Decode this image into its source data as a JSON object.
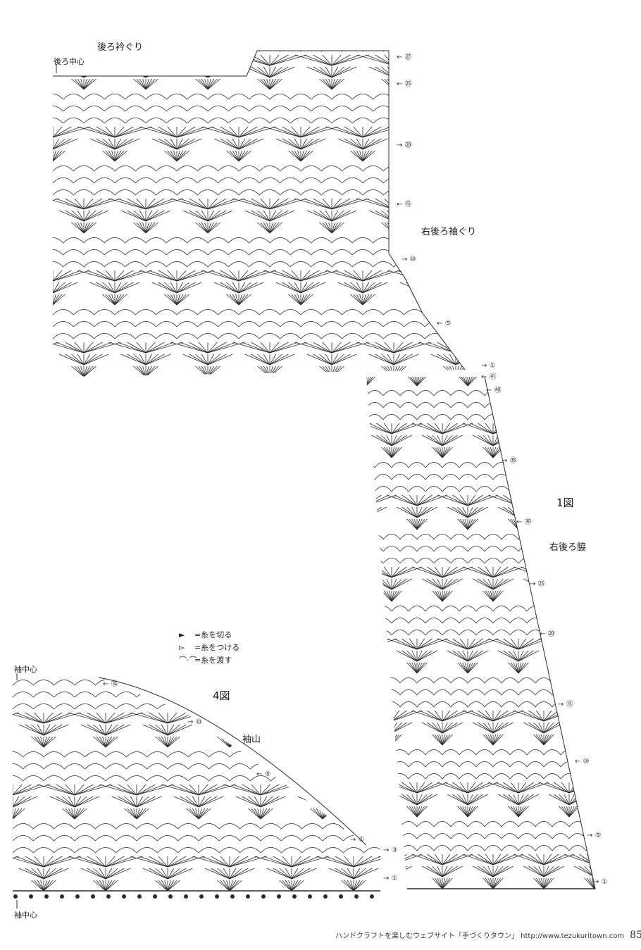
{
  "figure1": {
    "title": "1図",
    "labels": {
      "back_neckline": "後ろ衿ぐり",
      "back_center": "後ろ中心",
      "right_back_armhole": "右後ろ袖ぐり",
      "right_back_side": "右後ろ脇"
    },
    "upper_rows": [
      "㉗",
      "㉕",
      "⑳",
      "⑮",
      "⑩",
      "⑤",
      "①"
    ],
    "lower_rows": [
      "㊶",
      "㊵",
      "㉟",
      "㉚",
      "㉕",
      "⑳",
      "⑮",
      "⑩",
      "⑤",
      "①"
    ]
  },
  "figure4": {
    "title": "4図",
    "labels": {
      "sleeve_cap": "袖山",
      "sleeve_center_top": "袖中心",
      "sleeve_center_bottom": "袖中心"
    },
    "rows": [
      "⑮",
      "⑩",
      "⑤",
      "①",
      "③",
      "①"
    ]
  },
  "legend": [
    {
      "symbol": "►",
      "text": "=糸を切る"
    },
    {
      "symbol": "▻",
      "text": "=糸をつける"
    },
    {
      "symbol": "⌒·⌒",
      "text": "=糸を渡す"
    }
  ],
  "footer": {
    "text": "ハンドクラフトを楽しむウェブサイト「手づくりタウン」 http://www.tezukuritown.com",
    "page": "85"
  },
  "colors": {
    "ink": "#2a2a2a",
    "paper": "#ffffff"
  }
}
